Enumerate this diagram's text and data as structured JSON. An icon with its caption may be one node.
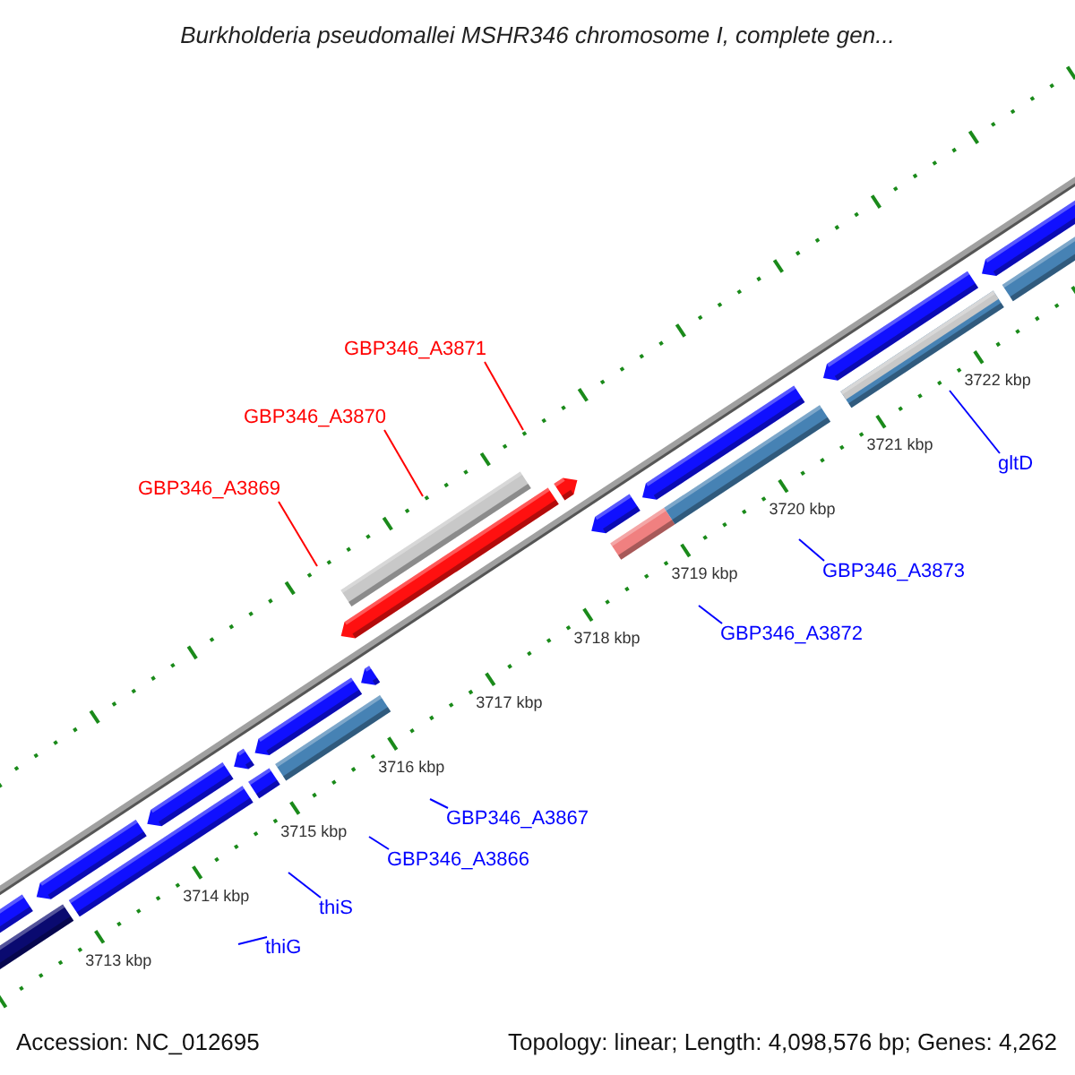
{
  "diagram": {
    "title": "Burkholderia pseudomallei MSHR346 chromosome I, complete gen...",
    "nodes": [
      {
        "text": [
          "GBP346_A3871"
        ]
      },
      {
        "text": [
          "GBP346_A3870"
        ]
      },
      {
        "text": [
          "GBP346_A3869"
        ]
      },
      {
        "text": [
          "gltD"
        ]
      },
      {
        "text": [
          "GBP346_A3873"
        ]
      },
      {
        "text": [
          "GBP346_A3872"
        ]
      },
      {
        "text": [
          "GBP346_A3867"
        ]
      },
      {
        "text": [
          "GBP346_A3866"
        ]
      },
      {
        "text": [
          "thiS"
        ]
      },
      {
        "text": [
          "thiG"
        ]
      }
    ],
    "edges": [
      {
        "from": 0,
        "to": null,
        "arrow": "none",
        "color": "#ff0000"
      },
      {
        "from": 1,
        "to": null,
        "arrow": "none",
        "color": "#ff0000"
      },
      {
        "from": 2,
        "to": null,
        "arrow": "none",
        "color": "#ff0000"
      },
      {
        "from": 3,
        "to": null,
        "arrow": "none"
      },
      {
        "from": 4,
        "to": null,
        "arrow": "none"
      },
      {
        "from": 5,
        "to": null,
        "arrow": "none"
      },
      {
        "from": 6,
        "to": null,
        "arrow": "none"
      },
      {
        "from": 7,
        "to": null,
        "arrow": "none"
      },
      {
        "from": 8,
        "to": null,
        "arrow": "none"
      },
      {
        "from": 9,
        "to": null,
        "arrow": "none"
      }
    ],
    "labels": [
      "3722 kbp",
      "3721 kbp",
      "3720 kbp",
      "3719 kbp",
      "3718 kbp",
      "3717 kbp",
      "3716 kbp",
      "3715 kbp",
      "3714 kbp",
      "3713 kbp",
      "Accession: NC_012695",
      "Topology: linear; Length: 4,098,576 bp; Genes: 4,262"
    ]
  }
}
